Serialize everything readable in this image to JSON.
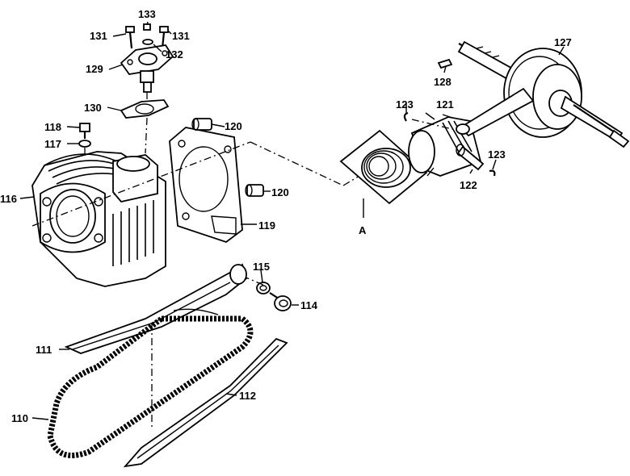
{
  "labels": {
    "p110": "110",
    "p111": "111",
    "p112": "112",
    "p114": "114",
    "p115": "115",
    "p116": "116",
    "p117": "117",
    "p118": "118",
    "p119": "119",
    "p120a": "120",
    "p120b": "120",
    "p121": "121",
    "p122": "122",
    "p123a": "123",
    "p123b": "123",
    "p127": "127",
    "p128": "128",
    "p129": "129",
    "p130": "130",
    "p131a": "131",
    "p131b": "131",
    "p132": "132",
    "p133": "133",
    "pA": "A"
  }
}
